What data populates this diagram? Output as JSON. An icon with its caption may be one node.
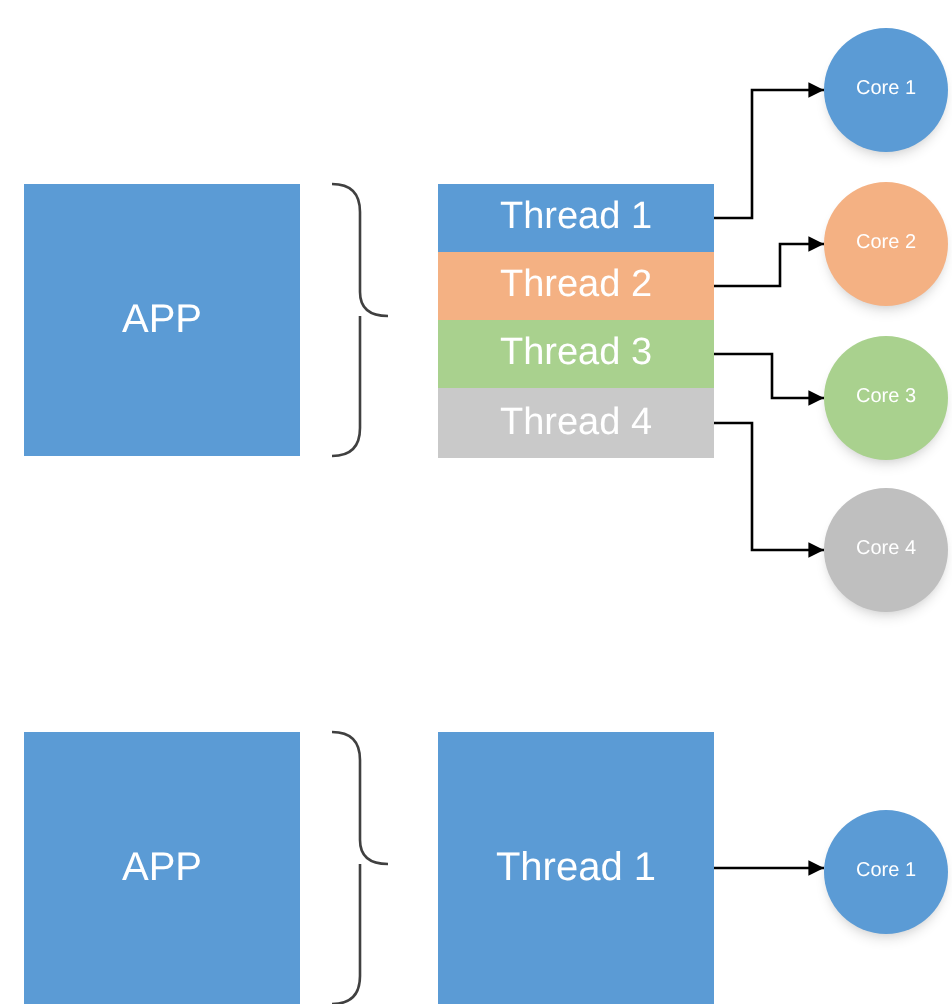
{
  "diagram": {
    "nodes": [
      {
        "text": [
          "APP"
        ]
      },
      {
        "text": [
          "Thread 1"
        ]
      },
      {
        "text": [
          "Thread 2"
        ]
      },
      {
        "text": [
          "Thread 3"
        ]
      },
      {
        "text": [
          "Thread 4"
        ]
      },
      {
        "text": [
          "Core 1"
        ]
      },
      {
        "text": [
          "Core 2"
        ]
      },
      {
        "text": [
          "Core 3"
        ]
      },
      {
        "text": [
          "Core 4"
        ]
      },
      {
        "text": [
          "APP"
        ]
      },
      {
        "text": [
          "Thread 1"
        ]
      },
      {
        "text": [
          "Core 1"
        ]
      }
    ],
    "edges": [
      {
        "from": 1,
        "to": 5,
        "arrow": "to"
      },
      {
        "from": 2,
        "to": 6,
        "arrow": "to"
      },
      {
        "from": 3,
        "to": 7,
        "arrow": "to"
      },
      {
        "from": 4,
        "to": 8,
        "arrow": "to"
      },
      {
        "from": 10,
        "to": 11,
        "arrow": "to"
      }
    ]
  }
}
